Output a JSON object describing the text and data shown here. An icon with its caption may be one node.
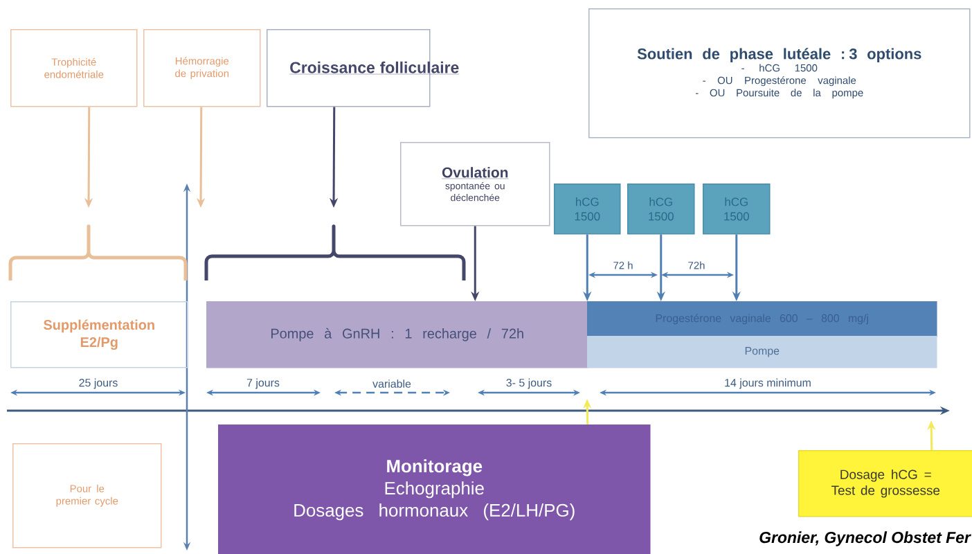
{
  "diagram": {
    "nodes": [
      {
        "text": [
          "Trophicité endométriale"
        ]
      },
      {
        "text": [
          "Hémorragie de privation"
        ]
      },
      {
        "text": [
          "Croissance folliculaire"
        ]
      },
      {
        "text": [
          "Soutien de phase lutéale : 3 options",
          "- hCG 1500",
          "- OU Progestérone vaginale",
          "- OU Poursuite de la pompe"
        ]
      },
      {
        "text": [
          "Ovulation",
          "spontanée ou déclenchée"
        ]
      },
      {
        "text": [
          "hCG 1500"
        ]
      },
      {
        "text": [
          "hCG 1500"
        ]
      },
      {
        "text": [
          "hCG 1500"
        ]
      },
      {
        "text": [
          "Supplémentation E2/Pg"
        ]
      },
      {
        "text": [
          "Pompe à GnRH : 1 recharge / 72h"
        ]
      },
      {
        "text": [
          "Progestérone vaginale 600 – 800 mg/j"
        ]
      },
      {
        "text": [
          "Pompe"
        ]
      },
      {
        "text": [
          "Monitorage",
          "Echographie",
          "Dosages hormonaux (E2/LH/PG)"
        ]
      },
      {
        "text": [
          "Pour le premier cycle"
        ]
      },
      {
        "text": [
          "Dosage hCG = Test de grossesse"
        ]
      }
    ],
    "edges": [
      {
        "from": 0,
        "to": null,
        "arrow": "to",
        "color": "#e8bf98"
      },
      {
        "from": 1,
        "to": null,
        "arrow": "to",
        "color": "#e8bf98"
      },
      {
        "from": 2,
        "to": null,
        "arrow": "to",
        "color": "#45476a"
      },
      {
        "from": 4,
        "to": 9,
        "arrow": "to",
        "color": "#45476a"
      },
      {
        "from": 5,
        "to": 10,
        "arrow": "to"
      },
      {
        "from": 6,
        "to": 10,
        "arrow": "to"
      },
      {
        "from": 7,
        "to": 10,
        "arrow": "to"
      },
      {
        "from": 12,
        "to": null,
        "arrow": "to",
        "color": "#f2ea5a"
      },
      {
        "from": 14,
        "to": null,
        "arrow": "to",
        "color": "#f2ea5a"
      }
    ],
    "labels": [
      "72 h",
      "72h",
      "25 jours",
      "7 jours",
      "variable",
      "3- 5 jours",
      "14 jours minimum",
      "Gronier, Gynecol Obstet Fer"
    ]
  }
}
